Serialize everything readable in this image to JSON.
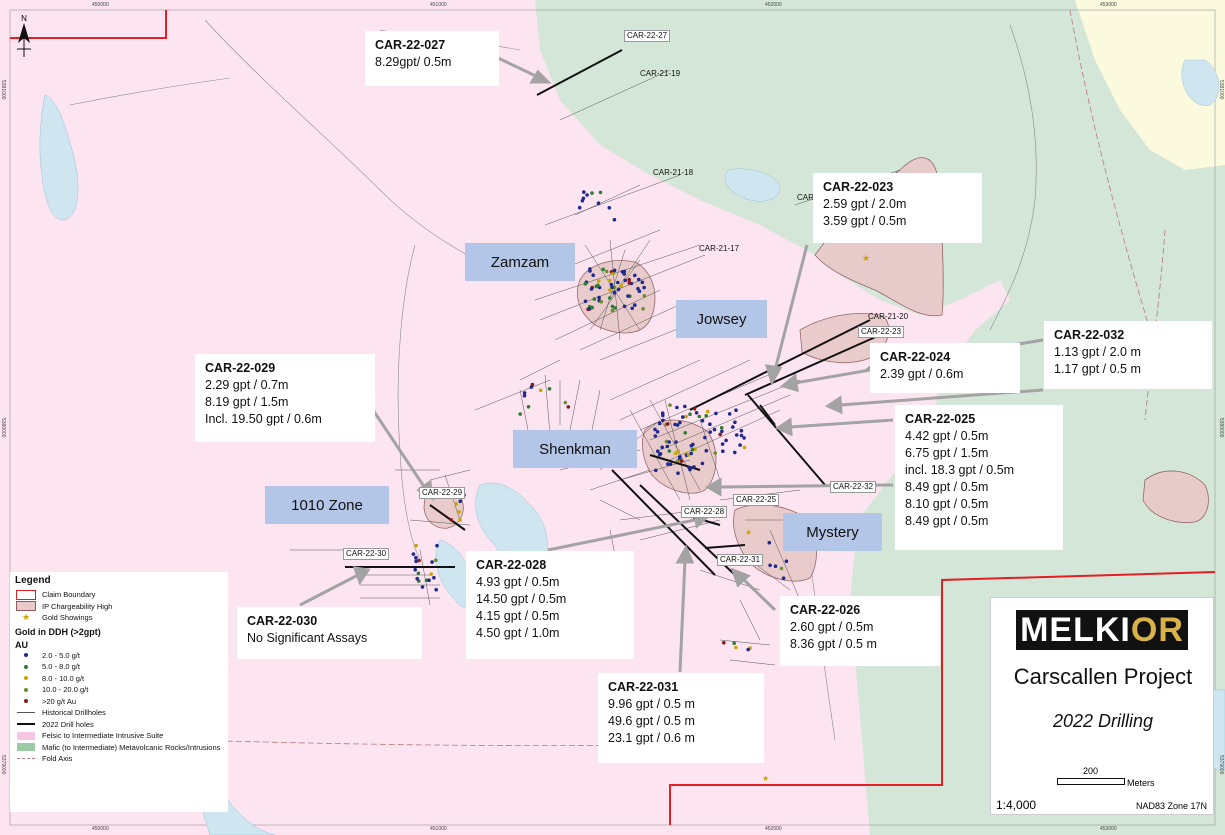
{
  "map": {
    "north_label": "N",
    "colors": {
      "felsic": "#fde4f1",
      "mafic": "#d4e6d8",
      "yellow": "#fbfade",
      "ip_fill": "#e9c9c9",
      "water": "#cfe6f1",
      "claim": "#e31e24",
      "arrow": "#a3a3a3",
      "zone_label_bg": "#b4c6e7"
    },
    "grid_ticks_top": [
      "450000",
      "451000",
      "452000",
      "453000"
    ],
    "grid_ticks_left": [
      "5381000",
      "5380000",
      "5379000"
    ]
  },
  "zones": {
    "zamzam": "Zamzam",
    "jowsey": "Jowsey",
    "shenkman": "Shenkman",
    "zone1010": "1010 Zone",
    "mystery": "Mystery"
  },
  "callouts": {
    "c027": {
      "title": "CAR-22-027",
      "lines": [
        "8.29gpt/ 0.5m"
      ]
    },
    "c023": {
      "title": "CAR-22-023",
      "lines": [
        "2.59 gpt / 2.0m",
        "3.59 gpt / 0.5m"
      ]
    },
    "c032": {
      "title": "CAR-22-032",
      "lines": [
        "1.13 gpt / 2.0 m",
        "1.17 gpt / 0.5 m"
      ]
    },
    "c024": {
      "title": "CAR-22-024",
      "lines": [
        "2.39 gpt / 0.6m"
      ]
    },
    "c029": {
      "title": "CAR-22-029",
      "lines": [
        "2.29 gpt / 0.7m",
        "8.19 gpt / 1.5m",
        "Incl. 19.50 gpt / 0.6m"
      ]
    },
    "c025": {
      "title": "CAR-22-025",
      "lines": [
        "4.42 gpt / 0.5m",
        "6.75 gpt  / 1.5m",
        "incl. 18.3 gpt / 0.5m",
        "8.49 gpt / 0.5m",
        "8.10 gpt / 0.5m",
        "8.49 gpt / 0.5m"
      ]
    },
    "c028": {
      "title": "CAR-22-028",
      "lines": [
        "4.93 gpt / 0.5m",
        "14.50 gpt / 0.5m",
        "4.15 gpt / 0.5m",
        "4.50 gpt  / 1.0m"
      ]
    },
    "c030": {
      "title": "CAR-22-030",
      "lines": [
        "No Significant Assays"
      ]
    },
    "c026": {
      "title": "CAR-22-026",
      "lines": [
        "2.60 gpt / 0.5m",
        "8.36 gpt / 0.5 m"
      ]
    },
    "c031": {
      "title": "CAR-22-031",
      "lines": [
        "9.96 gpt / 0.5 m",
        "49.6 gpt / 0.5 m",
        "23.1 gpt / 0.6 m"
      ]
    }
  },
  "hole_labels": {
    "h27": "CAR-22-27",
    "h2119": "CAR-21-19",
    "h2118": "CAR-21-18",
    "h2117": "CAR-21-17",
    "h2120": "CAR-21-20",
    "h23": "CAR-22-23",
    "h29": "CAR-22-29",
    "h25": "CAR-22-25",
    "h28": "CAR-22-28",
    "h32": "CAR-22-32",
    "h31": "CAR-22-31",
    "h30": "CAR-22-30",
    "hcar": "CAR"
  },
  "legend": {
    "title": "Legend",
    "claim": "Claim Boundary",
    "ip": "IP Chargeability High",
    "gold_showings": "Gold Showings",
    "gold_ddh": "Gold in DDH (>2gpt)",
    "au": "AU",
    "classes": [
      "2.0 - 5.0 g/t",
      "5.0 - 8.0 g/t",
      "8.0 - 10.0 g/t",
      "10.0 - 20.0 g/t",
      ">20 g/t Au"
    ],
    "class_colors": [
      "#1f2a8c",
      "#2e7d32",
      "#c8a400",
      "#6a8f2a",
      "#8b1a1a"
    ],
    "historical": "Historical Drillholes",
    "drill2022": "2022 Drill holes",
    "felsic": "Felsic to Intermediate Intrusive Suite",
    "mafic": "Mafic (to Intermediate) Metavolcanic Rocks/Intrusions",
    "fold": "Fold Axis"
  },
  "titlebox": {
    "logo_main": "MELKI",
    "logo_accent": "OR",
    "project": "Carscallen Project",
    "subtitle": "2022 Drilling",
    "scale_value": "200",
    "scale_unit": "Meters",
    "ratio": "1:4,000",
    "datum": "NAD83 Zone 17N"
  }
}
